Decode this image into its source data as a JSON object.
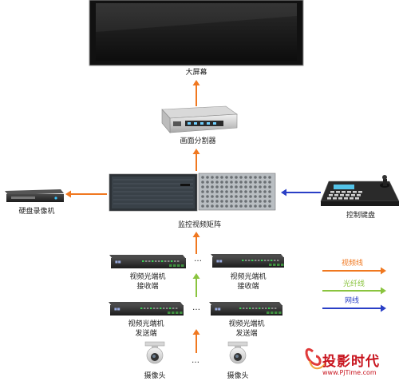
{
  "devices": {
    "big_screen": "大屏幕",
    "splitter": "画面分割器",
    "dvr": "硬盘录像机",
    "matrix": "监控视频矩阵",
    "keyboard": "控制键盘",
    "receiver_left_1": "视频光端机",
    "receiver_left_2": "接收端",
    "receiver_right_1": "视频光端机",
    "receiver_right_2": "接收端",
    "sender_left_1": "视频光端机",
    "sender_left_2": "发送端",
    "sender_right_1": "视频光端机",
    "sender_right_2": "发送端",
    "camera_left": "摄像头",
    "camera_right": "摄像头"
  },
  "ellipsis": "…",
  "legend": [
    {
      "label": "视频线",
      "color": "#f07820"
    },
    {
      "label": "光纤线",
      "color": "#8ac43f"
    },
    {
      "label": "网线",
      "color": "#2a3fc6"
    }
  ],
  "watermark": {
    "brand": "投影时代",
    "url": "www.PjTime.com"
  },
  "colors": {
    "video": "#f07820",
    "fiber": "#8ac43f",
    "network": "#2a3fc6"
  }
}
